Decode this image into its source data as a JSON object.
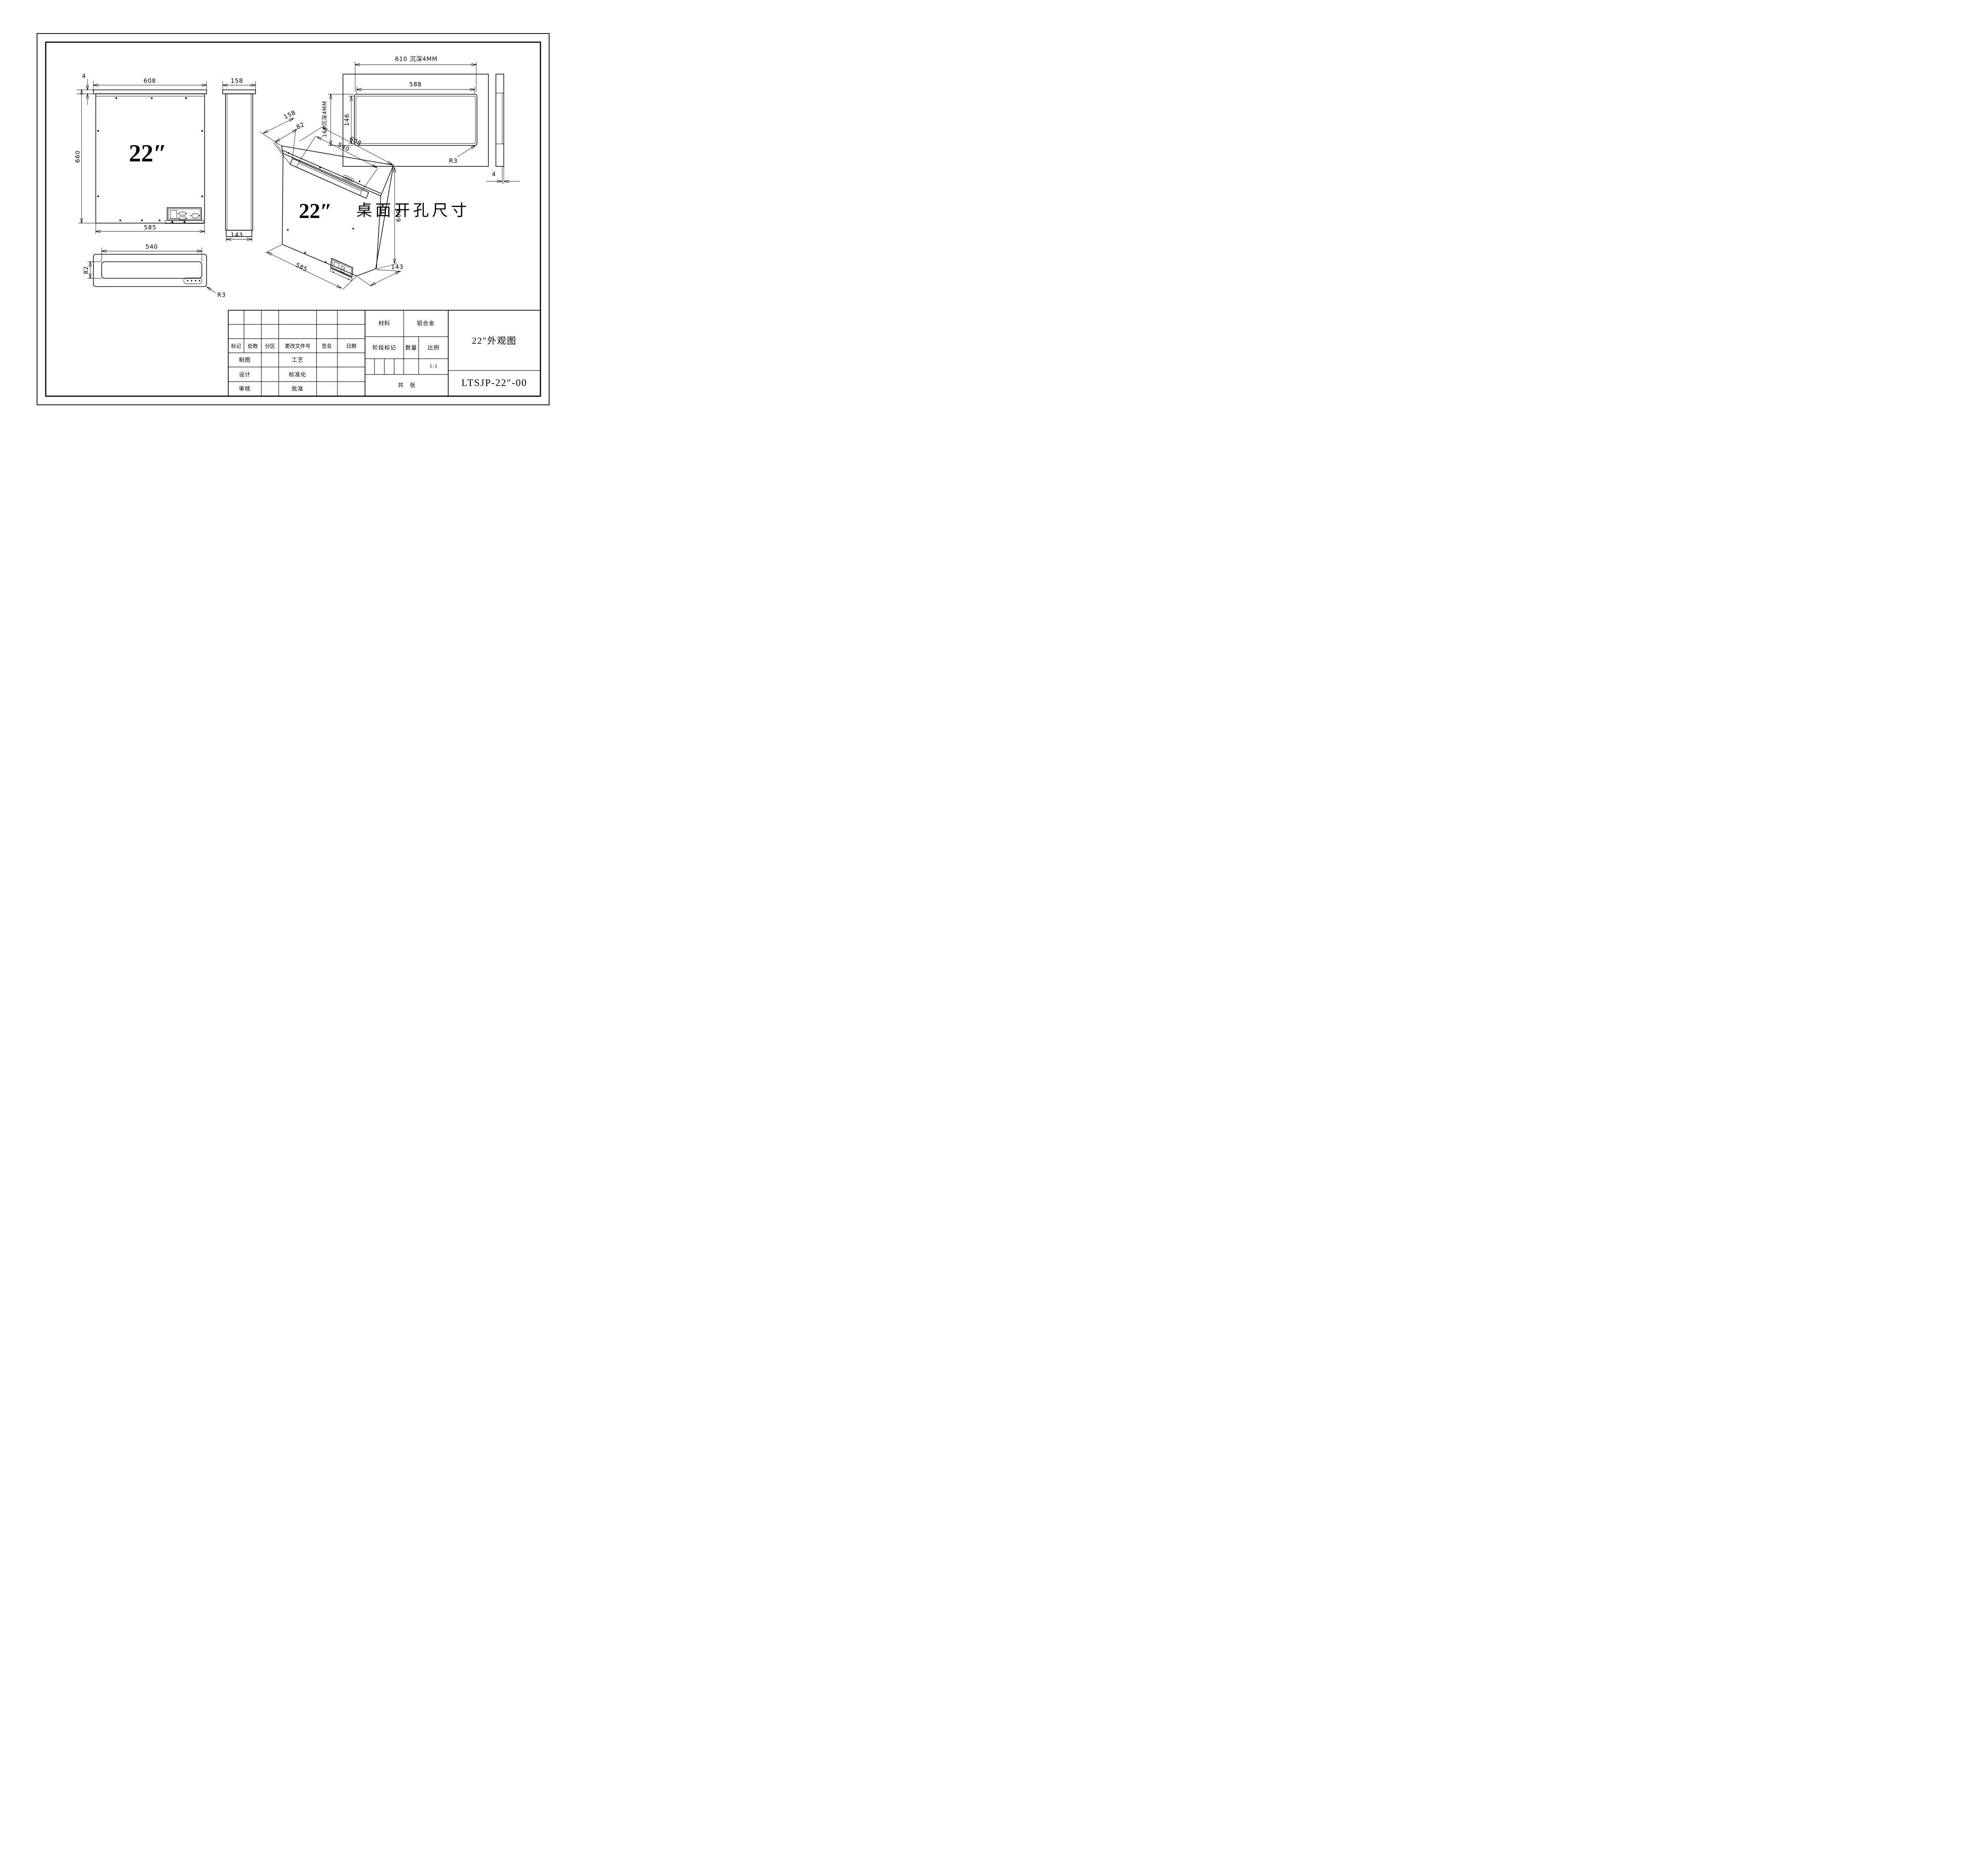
{
  "drawing": {
    "front_view": {
      "dim_4": "4",
      "dim_608": "608",
      "dim_660": "660",
      "dim_585": "585",
      "size_label": "22″"
    },
    "side_view": {
      "dim_158": "158",
      "dim_143": "143"
    },
    "top_view": {
      "dim_540": "540",
      "dim_82": "82",
      "radius_label": "R3"
    },
    "iso_view": {
      "dim_158": "158",
      "dim_82": "82",
      "dim_608": "608",
      "dim_540": "540",
      "dim_660": "660",
      "dim_585": "585",
      "dim_143": "143",
      "size_label": "22″"
    },
    "cutout_view": {
      "title": "桌面开孔尺寸",
      "dim_610": "610 沉深4MM",
      "dim_588": "588",
      "dim_146": "146",
      "dim_160": "160沉深4MM",
      "radius_label": "R3",
      "dim_4": "4"
    },
    "title_block": {
      "material_label": "材料",
      "material_value": "铝合金",
      "stage_label": "阶段标记",
      "qty_label": "数量",
      "scale_label": "比例",
      "scale_value": "1:1",
      "sheets_label": "共　张",
      "title": "22″外观图",
      "drawing_no": "LTSJP-22″-00",
      "rev_headers": [
        "标记",
        "处数",
        "分区",
        "更改文件号",
        "签名",
        "日期"
      ],
      "roles": [
        {
          "left": "制图",
          "right": "工艺"
        },
        {
          "left": "设计",
          "right": "标准化"
        },
        {
          "left": "审核",
          "right": "批准"
        }
      ]
    }
  }
}
